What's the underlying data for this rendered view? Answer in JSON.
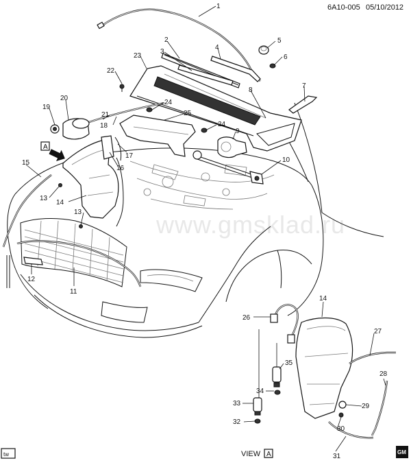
{
  "header": {
    "code": "6A10-005",
    "date": "05/10/2012"
  },
  "watermark": "www.gmsklad.ru",
  "footer": {
    "tw": "tw",
    "view_word": "VIEW",
    "view_letter": "A",
    "gm_top": "GM",
    "gm_bottom": ""
  },
  "view_marker": "A",
  "callouts": [
    "1",
    "2",
    "3",
    "4",
    "5",
    "6",
    "7",
    "8",
    "9",
    "10",
    "11",
    "12",
    "13",
    "13",
    "14",
    "15",
    "16",
    "17",
    "18",
    "19",
    "20",
    "21",
    "22",
    "23",
    "24",
    "24",
    "25",
    "14",
    "26",
    "27",
    "28",
    "29",
    "30",
    "31",
    "32",
    "33",
    "34",
    "35"
  ]
}
